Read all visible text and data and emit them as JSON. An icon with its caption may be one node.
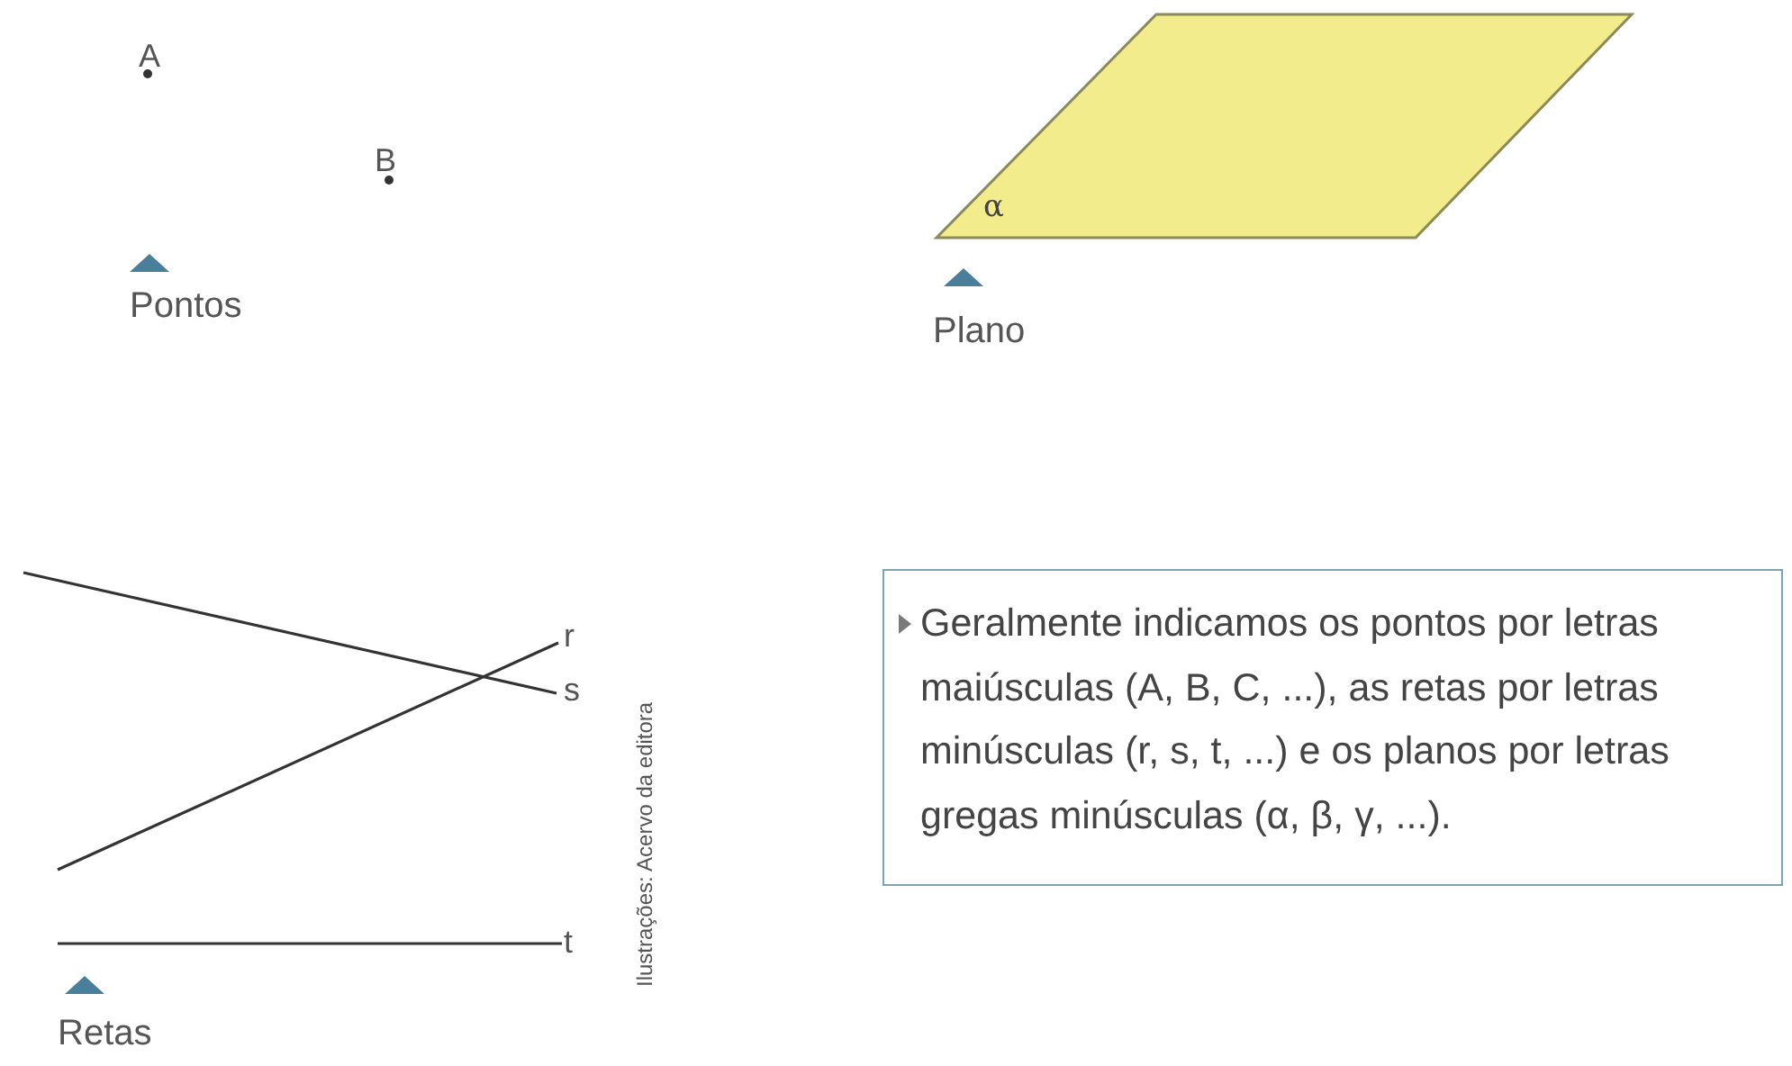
{
  "diagram": {
    "nodes": [
      {
        "text": [
          "α"
        ]
      },
      {
        "text": [
          "Geralmente indicamos os pontos por letras maiúsculas (A, B, C, ...), as retas por letras minúsculas (r, s, t, ...) e os planos por letras gregas minúsculas (α, β, γ, ...)."
        ]
      }
    ],
    "labels": [
      "A",
      "B",
      "Pontos",
      "Plano",
      "r",
      "s",
      "t",
      "Ilustrações: Acervo da editora",
      "Retas"
    ]
  }
}
